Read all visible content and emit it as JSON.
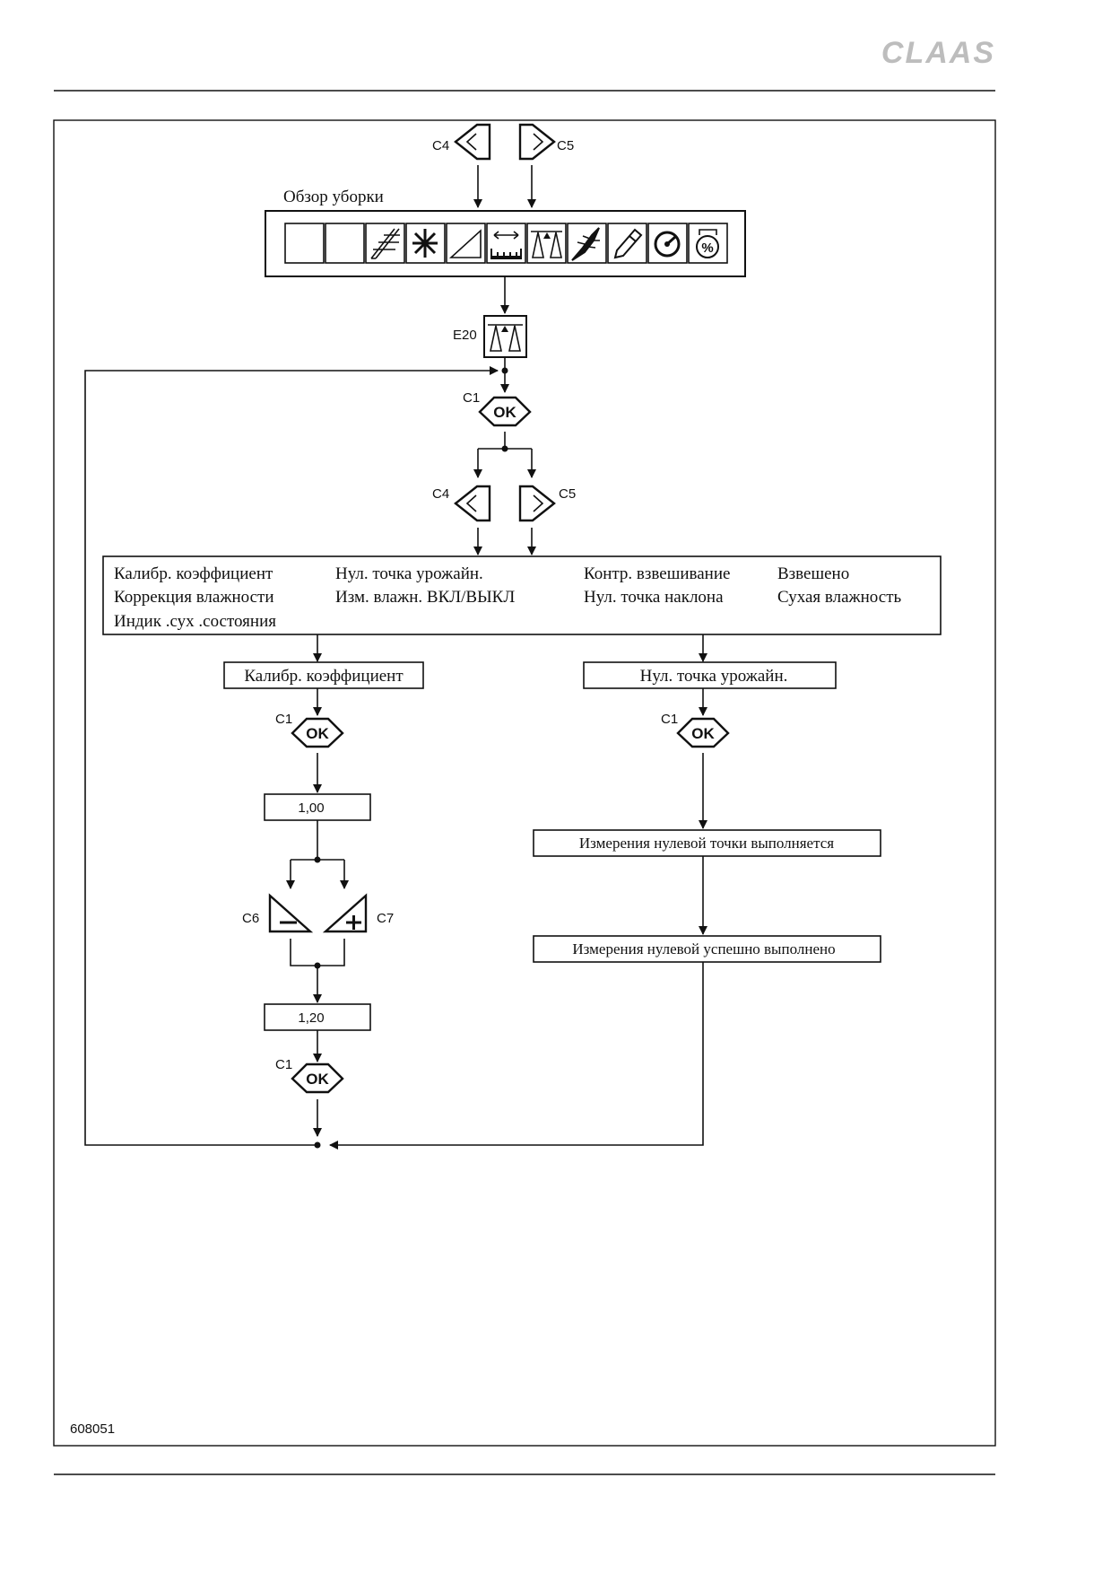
{
  "brand": "CLAAS",
  "figure_number": "608051",
  "overview": {
    "title": "Обзор уборки",
    "icons": [
      "blank-icon",
      "blank-icon",
      "cutterbar-icon",
      "asterisk-icon",
      "slope-icon",
      "width-measure-icon",
      "scale-icon",
      "grain-ear-icon",
      "pencil-icon",
      "gauge-icon",
      "percent-icon"
    ]
  },
  "keys": {
    "c1": "C1",
    "c4": "C4",
    "c5": "C5",
    "c6": "C6",
    "c7": "C7",
    "e20": "E20",
    "ok": "OK"
  },
  "menu": {
    "col1": [
      "Калибр. коэффициент",
      "Коррекция влажности",
      "Индик .сух .состояния"
    ],
    "col2": [
      "Нул. точка урожайн.",
      "Изм. влажн. ВКЛ/ВЫКЛ"
    ],
    "col3": [
      "Контр. взвешивание",
      "Нул. точка наклона"
    ],
    "col4": [
      "Взвешено",
      "Сухая влажность"
    ]
  },
  "left_branch": {
    "title": "Калибр. коэффициент",
    "value_before": "1,00",
    "value_after": "1,20"
  },
  "right_branch": {
    "title": "Нул. точка урожайн.",
    "step1": "Измерения нулевой точки выполняется",
    "step2": "Измерения нулевой успешно выполнено"
  }
}
